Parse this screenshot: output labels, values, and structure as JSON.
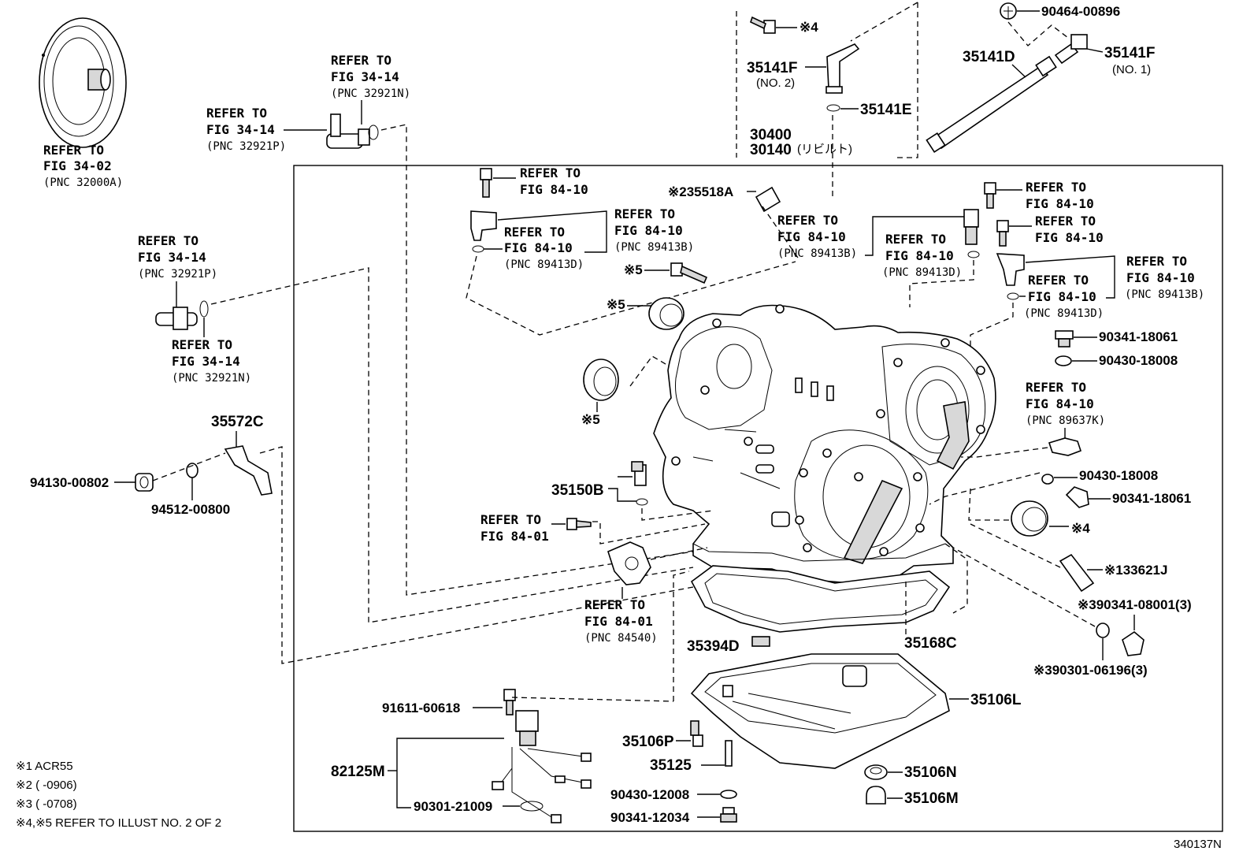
{
  "diagram": {
    "figure_code": "340137N",
    "labels": {
      "refer_converter": [
        "REFER TO",
        "FIG 34-02",
        "(PNC 32000A)"
      ],
      "refer_pipe_top_right": [
        "REFER TO",
        "FIG 34-14",
        "(PNC 32921N)"
      ],
      "refer_pipe_top_left": [
        "REFER TO",
        "FIG 34-14",
        "(PNC 32921P)"
      ],
      "refer_union_left": [
        "REFER TO",
        "FIG 34-14",
        "(PNC 32921P)"
      ],
      "refer_union_left_oring": [
        "REFER TO",
        "FIG 34-14",
        "(PNC 32921N)"
      ],
      "refer_bolt_a": [
        "REFER TO",
        "FIG 84-10"
      ],
      "refer_sensor_a": [
        "REFER TO",
        "FIG 84-10",
        "(PNC 89413B)"
      ],
      "refer_sensor_a_oring": [
        "REFER TO",
        "FIG 84-10",
        "(PNC 89413D)"
      ],
      "refer_sensor_b": [
        "REFER TO",
        "FIG 84-10",
        "(PNC 89413B)"
      ],
      "refer_sensor_b_oring": [
        "REFER TO",
        "FIG 84-10",
        "(PNC 89413D)"
      ],
      "refer_bolt_c": [
        "REFER TO",
        "FIG 84-10"
      ],
      "refer_bolt_d": [
        "REFER TO",
        "FIG 84-10"
      ],
      "refer_sensor_c": [
        "REFER TO",
        "FIG 84-10",
        "(PNC 89413B)"
      ],
      "refer_sensor_c_oring": [
        "REFER TO",
        "FIG 84-10",
        "(PNC 89413D)"
      ],
      "refer_plug_sensor": [
        "REFER TO",
        "FIG 84-10",
        "(PNC 89637K)"
      ],
      "refer_bolt_e": [
        "REFER TO",
        "FIG 84-01"
      ],
      "refer_switch": [
        "REFER TO",
        "FIG 84-01",
        "(PNC 84540)"
      ]
    },
    "parts": {
      "p35141F_left": "35141F",
      "p35141F_left_note": "(NO. 2)",
      "p35141E": "35141E",
      "p35141D": "35141D",
      "p35141F_right": "35141F",
      "p35141F_right_note": "(NO. 1)",
      "p90464": "90464-00896",
      "mark4_top": "※4",
      "p30400": "30400",
      "p30140": "30140",
      "p30140_note": "(リビルト)",
      "p35518A": "※235518A",
      "mark5_bolt": "※5",
      "mark5_seal": "※5",
      "mark5_seal2": "※5",
      "p90341_18061_a": "90341-18061",
      "p90430_18008_a": "90430-18008",
      "p90430_18008_b": "90430-18008",
      "p90341_18061_b": "90341-18061",
      "mark4_seal": "※4",
      "p33621J": "※133621J",
      "p90341_08001": "※390341-08001(3)",
      "p90301_06196": "※390301-06196(3)",
      "p35572C": "35572C",
      "p94130": "94130-00802",
      "p94512": "94512-00800",
      "p35150B": "35150B",
      "p35394D": "35394D",
      "p35168C": "35168C",
      "p35106L": "35106L",
      "p91611": "91611-60618",
      "p82125M": "82125M",
      "p90301_21009": "90301-21009",
      "p35106P": "35106P",
      "p35125": "35125",
      "p90430_12008": "90430-12008",
      "p90341_12034": "90341-12034",
      "p35106N": "35106N",
      "p35106M": "35106M"
    },
    "notes": [
      "※1 ACR55",
      "※2 (        -0906)",
      "※3 (        -0708)",
      "※4,※5 REFER TO ILLUST NO. 2 OF 2"
    ]
  }
}
